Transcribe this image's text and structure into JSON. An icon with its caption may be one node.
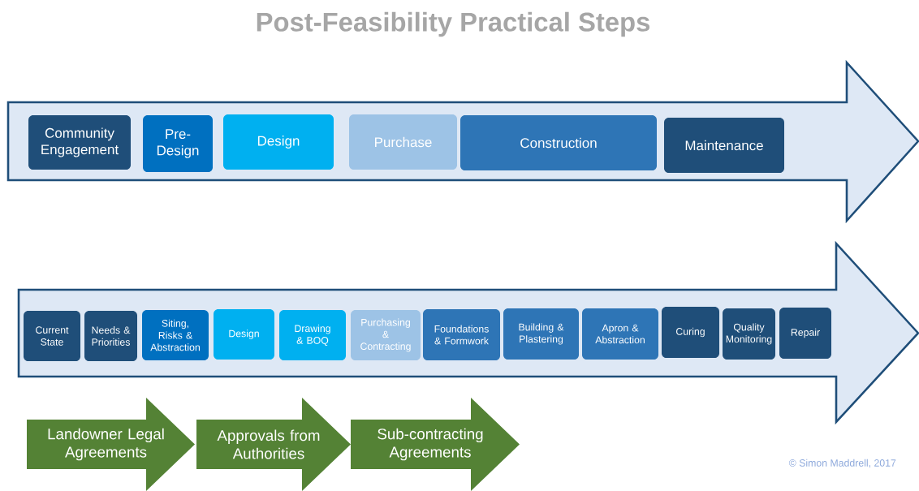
{
  "diagram": {
    "title": "Post-Feasibility Practical Steps",
    "nodes": [
      {
        "text": [],
        "shape": "arrow"
      },
      {
        "text": [
          "Community Engagement"
        ],
        "in": 0
      },
      {
        "text": [
          "Pre-Design"
        ],
        "in": 0
      },
      {
        "text": [
          "Design"
        ],
        "in": 0
      },
      {
        "text": [
          "Purchase"
        ],
        "in": 0
      },
      {
        "text": [
          "Construction"
        ],
        "in": 0
      },
      {
        "text": [
          "Maintenance"
        ],
        "in": 0
      },
      {
        "text": [],
        "shape": "arrow"
      },
      {
        "text": [
          "Current State"
        ],
        "in": 7
      },
      {
        "text": [
          "Needs & Priorities"
        ],
        "in": 7
      },
      {
        "text": [
          "Siting, Risks & Abstraction"
        ],
        "in": 7
      },
      {
        "text": [
          "Design"
        ],
        "in": 7
      },
      {
        "text": [
          "Drawing & BOQ"
        ],
        "in": 7
      },
      {
        "text": [
          "Purchasing & Contracting"
        ],
        "in": 7
      },
      {
        "text": [
          "Foundations & Formwork"
        ],
        "in": 7
      },
      {
        "text": [
          "Building & Plastering"
        ],
        "in": 7
      },
      {
        "text": [
          "Apron & Abstraction"
        ],
        "in": 7
      },
      {
        "text": [
          "Curing"
        ],
        "in": 7
      },
      {
        "text": [
          "Quality Monitoring"
        ],
        "in": 7
      },
      {
        "text": [
          "Repair"
        ],
        "in": 7
      },
      {
        "text": [
          "Landowner Legal Agreements"
        ]
      },
      {
        "text": [
          "Approvals from Authorities"
        ]
      },
      {
        "text": [
          "Sub-contracting Agreements"
        ]
      }
    ],
    "labels": [
      "© Simon Maddrell, 2017"
    ]
  }
}
